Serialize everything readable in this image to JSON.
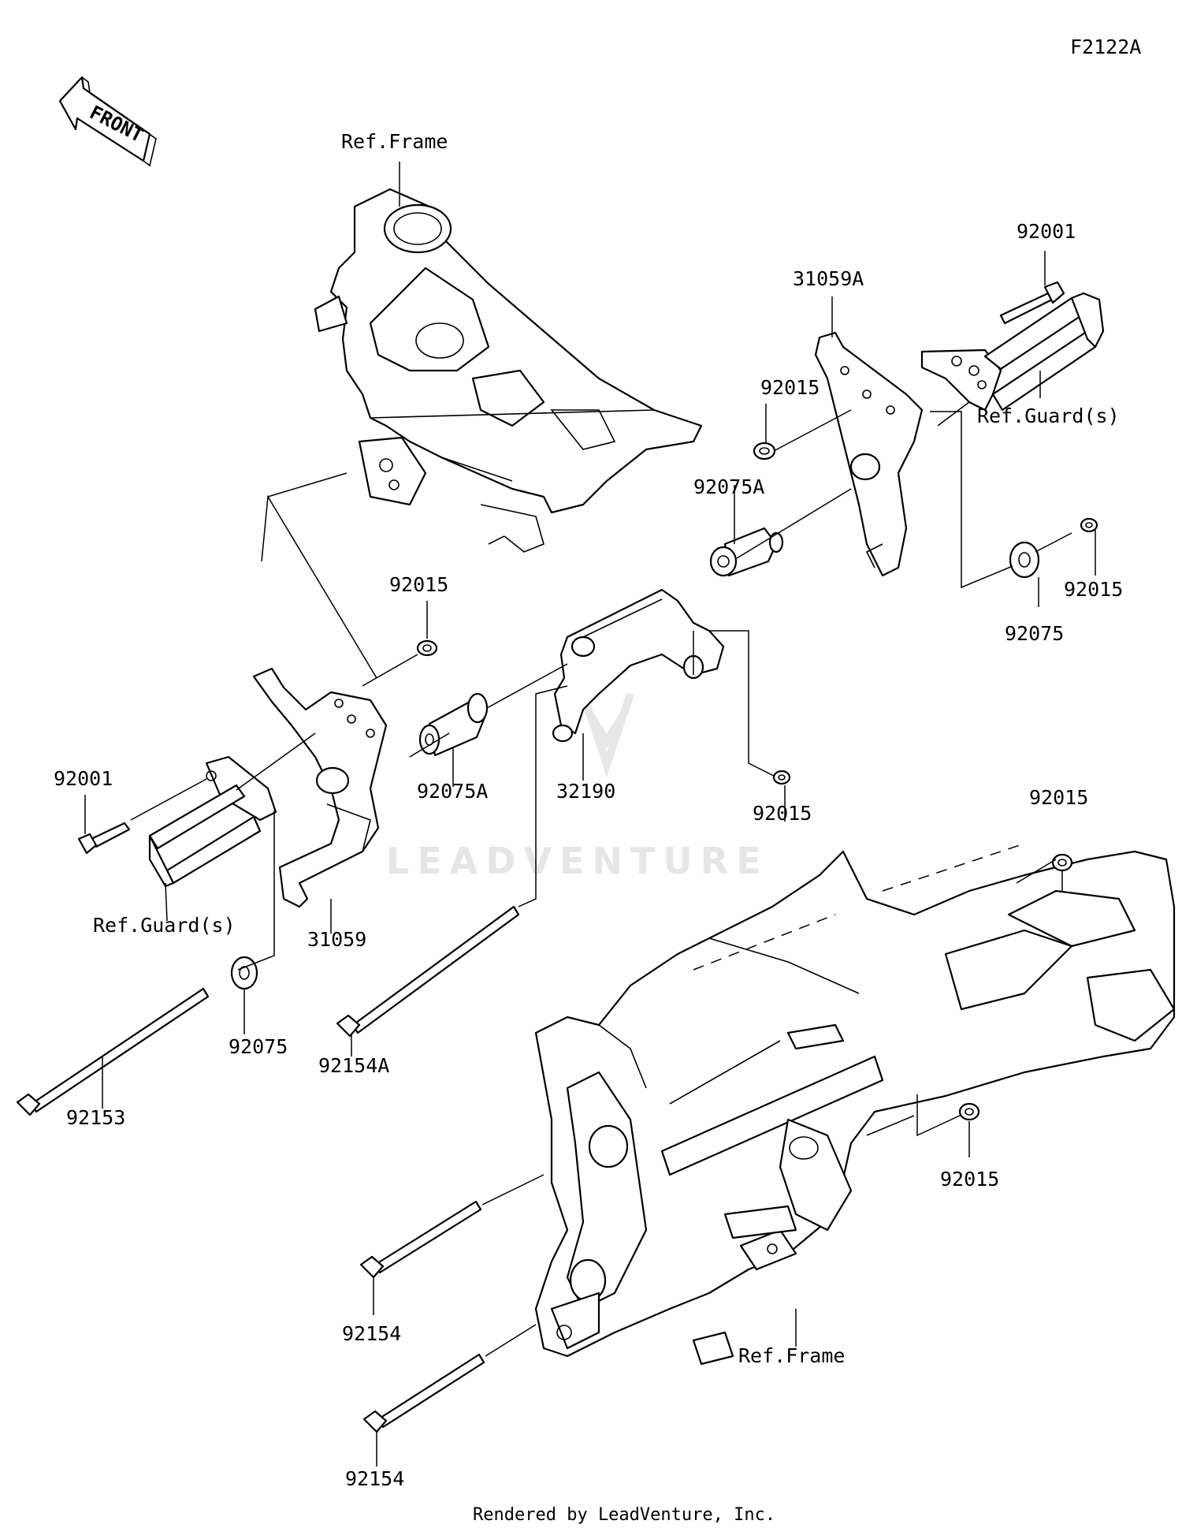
{
  "figure_id": "F2122A",
  "front_arrow_text": "FRONT",
  "watermark": "LEADVENTURE",
  "footer": "Rendered by LeadVenture, Inc.",
  "callouts": [
    {
      "id": "ref-frame-top",
      "text": "Ref.Frame"
    },
    {
      "id": "p-92001-right",
      "text": "92001"
    },
    {
      "id": "p-31059a",
      "text": "31059A"
    },
    {
      "id": "p-92015-a",
      "text": "92015"
    },
    {
      "id": "ref-guard-right",
      "text": "Ref.Guard(s)"
    },
    {
      "id": "p-92075a-upper",
      "text": "92075A"
    },
    {
      "id": "p-92015-b",
      "text": "92015"
    },
    {
      "id": "p-92075-right",
      "text": "92075"
    },
    {
      "id": "p-92015-c",
      "text": "92015"
    },
    {
      "id": "p-92001-left",
      "text": "92001"
    },
    {
      "id": "p-92075a-lower",
      "text": "92075A"
    },
    {
      "id": "p-32190",
      "text": "32190"
    },
    {
      "id": "p-92015-d",
      "text": "92015"
    },
    {
      "id": "p-92015-e",
      "text": "92015"
    },
    {
      "id": "ref-guard-left",
      "text": "Ref.Guard(s)"
    },
    {
      "id": "p-31059",
      "text": "31059"
    },
    {
      "id": "p-92075-left",
      "text": "92075"
    },
    {
      "id": "p-92154a",
      "text": "92154A"
    },
    {
      "id": "p-92153",
      "text": "92153"
    },
    {
      "id": "p-92015-f",
      "text": "92015"
    },
    {
      "id": "p-92154-upper",
      "text": "92154"
    },
    {
      "id": "ref-frame-bottom",
      "text": "Ref.Frame"
    },
    {
      "id": "p-92154-lower",
      "text": "92154"
    }
  ]
}
